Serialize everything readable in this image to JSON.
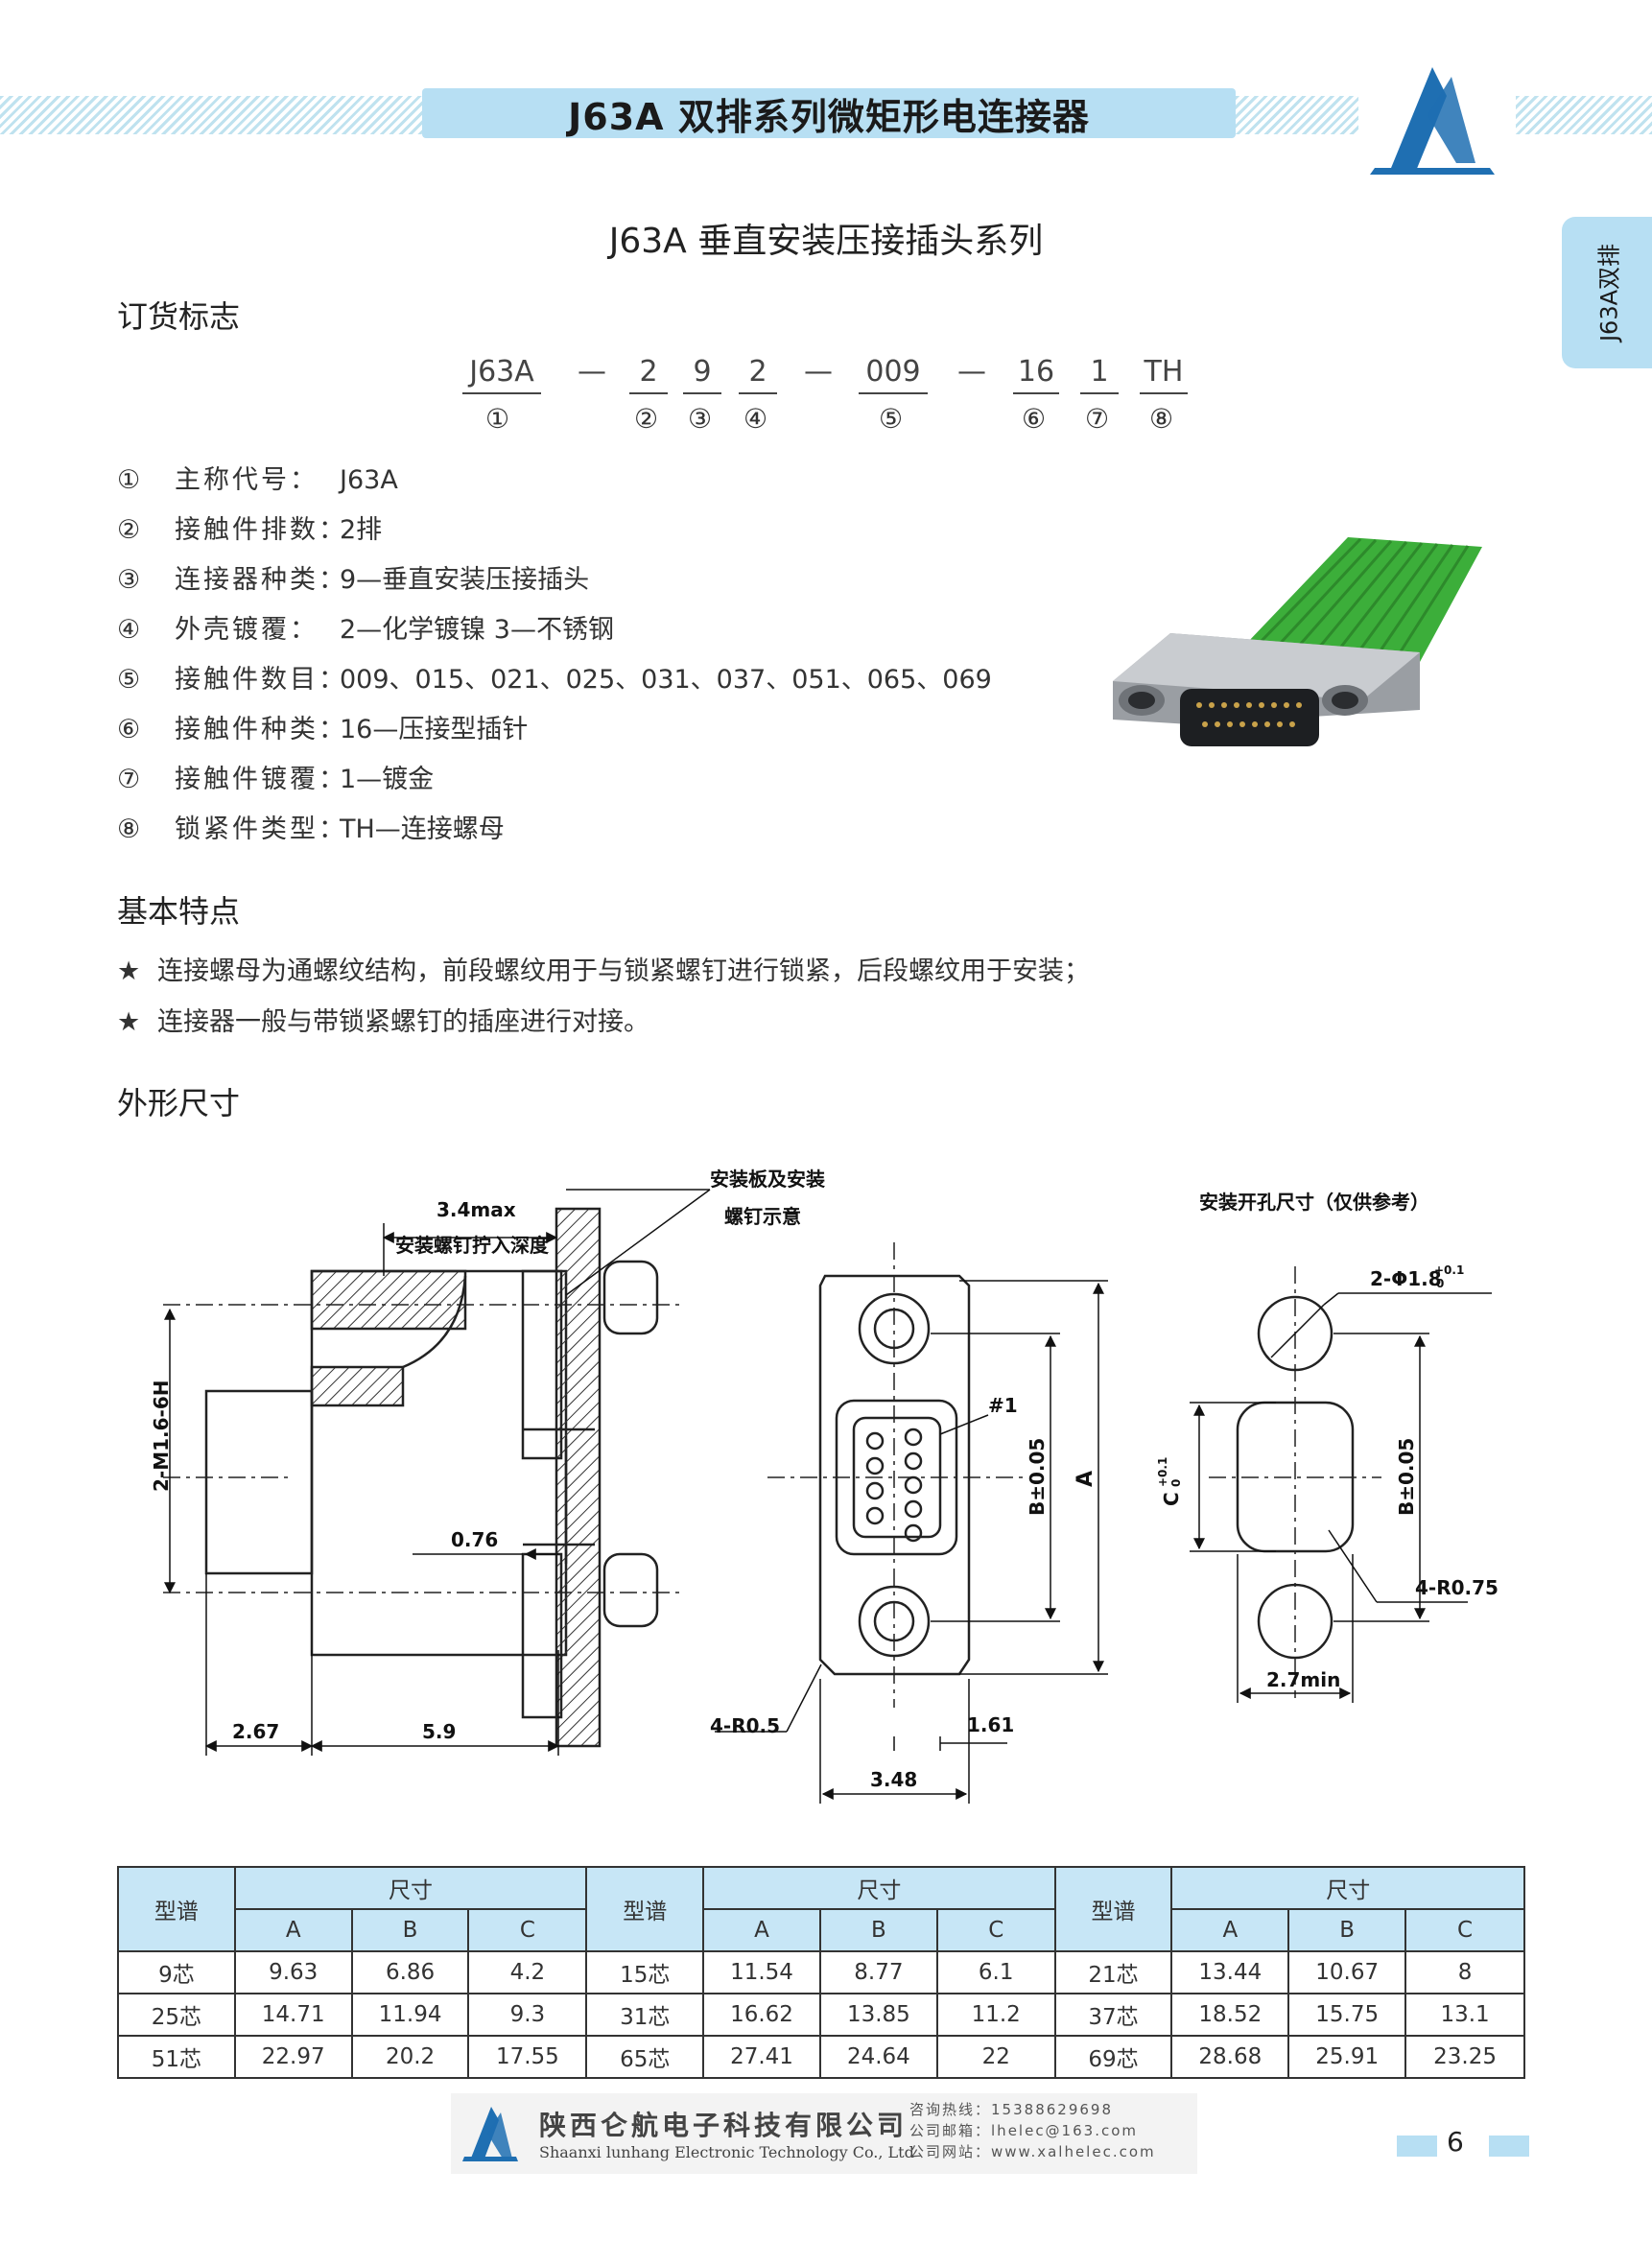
{
  "header": {
    "title": "J63A 双排系列微矩形电连接器",
    "side_tab": "J63A双排"
  },
  "subtitle": "J63A 垂直安装压接插头系列",
  "ordering": {
    "heading": "订货标志",
    "code": [
      "J63A",
      "2",
      "9",
      "2",
      "009",
      "16",
      "1",
      "TH"
    ],
    "dash": "—",
    "numbers": [
      "①",
      "②",
      "③",
      "④",
      "⑤",
      "⑥",
      "⑦",
      "⑧"
    ],
    "definitions": [
      {
        "num": "①",
        "key": "主称代号：",
        "value": "J63A"
      },
      {
        "num": "②",
        "key": "接触件排数：",
        "value": "2排"
      },
      {
        "num": "③",
        "key": "连接器种类：",
        "value": "9—垂直安装压接插头"
      },
      {
        "num": "④",
        "key": "外壳镀覆：",
        "value": "2—化学镀镍    3—不锈钢"
      },
      {
        "num": "⑤",
        "key": "接触件数目：",
        "value": "009、015、021、025、031、037、051、065、069"
      },
      {
        "num": "⑥",
        "key": "接触件种类：",
        "value": "16—压接型插针"
      },
      {
        "num": "⑦",
        "key": "接触件镀覆：",
        "value": "1—镀金"
      },
      {
        "num": "⑧",
        "key": "锁紧件类型：",
        "value": "TH—连接螺母"
      }
    ]
  },
  "features": {
    "heading": "基本特点",
    "star": "★",
    "items": [
      "连接螺母为通螺纹结构，前段螺纹用于与锁紧螺钉进行锁紧，后段螺纹用于安装；",
      "连接器一般与带锁紧螺钉的插座进行对接。"
    ]
  },
  "dimensions": {
    "heading": "外形尺寸",
    "labels": {
      "mount_plate": "安装板及安装",
      "screw_hint": "螺钉示意",
      "max_depth": "3.4max",
      "screw_depth": "安装螺钉拧入深度",
      "thread": "2-M1.6-6H",
      "d076": "0.76",
      "d267": "2.67",
      "d59": "5.9",
      "r05": "4-R0.5",
      "d161": "1.61",
      "d348": "3.48",
      "pin1": "#1",
      "b005": "B±0.05",
      "a": "A",
      "cutout_title": "安装开孔尺寸（仅供参考）",
      "phi": "2-Φ1.8",
      "phi_tol_up": "+0.1",
      "phi_tol_low": "0",
      "c": "C",
      "c_tol_up": "+0.1",
      "c_tol_low": "0",
      "b005_2": "B±0.05",
      "r075": "4-R0.75",
      "min27": "2.7min"
    }
  },
  "table": {
    "model_header": "型谱",
    "size_header": "尺寸",
    "cols": [
      "A",
      "B",
      "C"
    ],
    "rows": [
      [
        [
          "9芯",
          "9.63",
          "6.86",
          "4.2"
        ],
        [
          "15芯",
          "11.54",
          "8.77",
          "6.1"
        ],
        [
          "21芯",
          "13.44",
          "10.67",
          "8"
        ]
      ],
      [
        [
          "25芯",
          "14.71",
          "11.94",
          "9.3"
        ],
        [
          "31芯",
          "16.62",
          "13.85",
          "11.2"
        ],
        [
          "37芯",
          "18.52",
          "15.75",
          "13.1"
        ]
      ],
      [
        [
          "51芯",
          "22.97",
          "20.2",
          "17.55"
        ],
        [
          "65芯",
          "27.41",
          "24.64",
          "22"
        ],
        [
          "69芯",
          "28.68",
          "25.91",
          "23.25"
        ]
      ]
    ]
  },
  "footer": {
    "company_cn": "陕西仑航电子科技有限公司",
    "company_en": "Shaanxi lunhang Electronic Technology Co., Ltd",
    "hotline_label": "咨询热线：",
    "hotline": "15388629698",
    "email_label": "公司邮箱：",
    "email": "lhelec@163.com",
    "web_label": "公司网站：",
    "web": "www.xalhelec.com",
    "page": "6"
  },
  "colors": {
    "accent": "#b7dff3",
    "logo": "#1f6fb2",
    "cable_green": "#3cae3a"
  }
}
